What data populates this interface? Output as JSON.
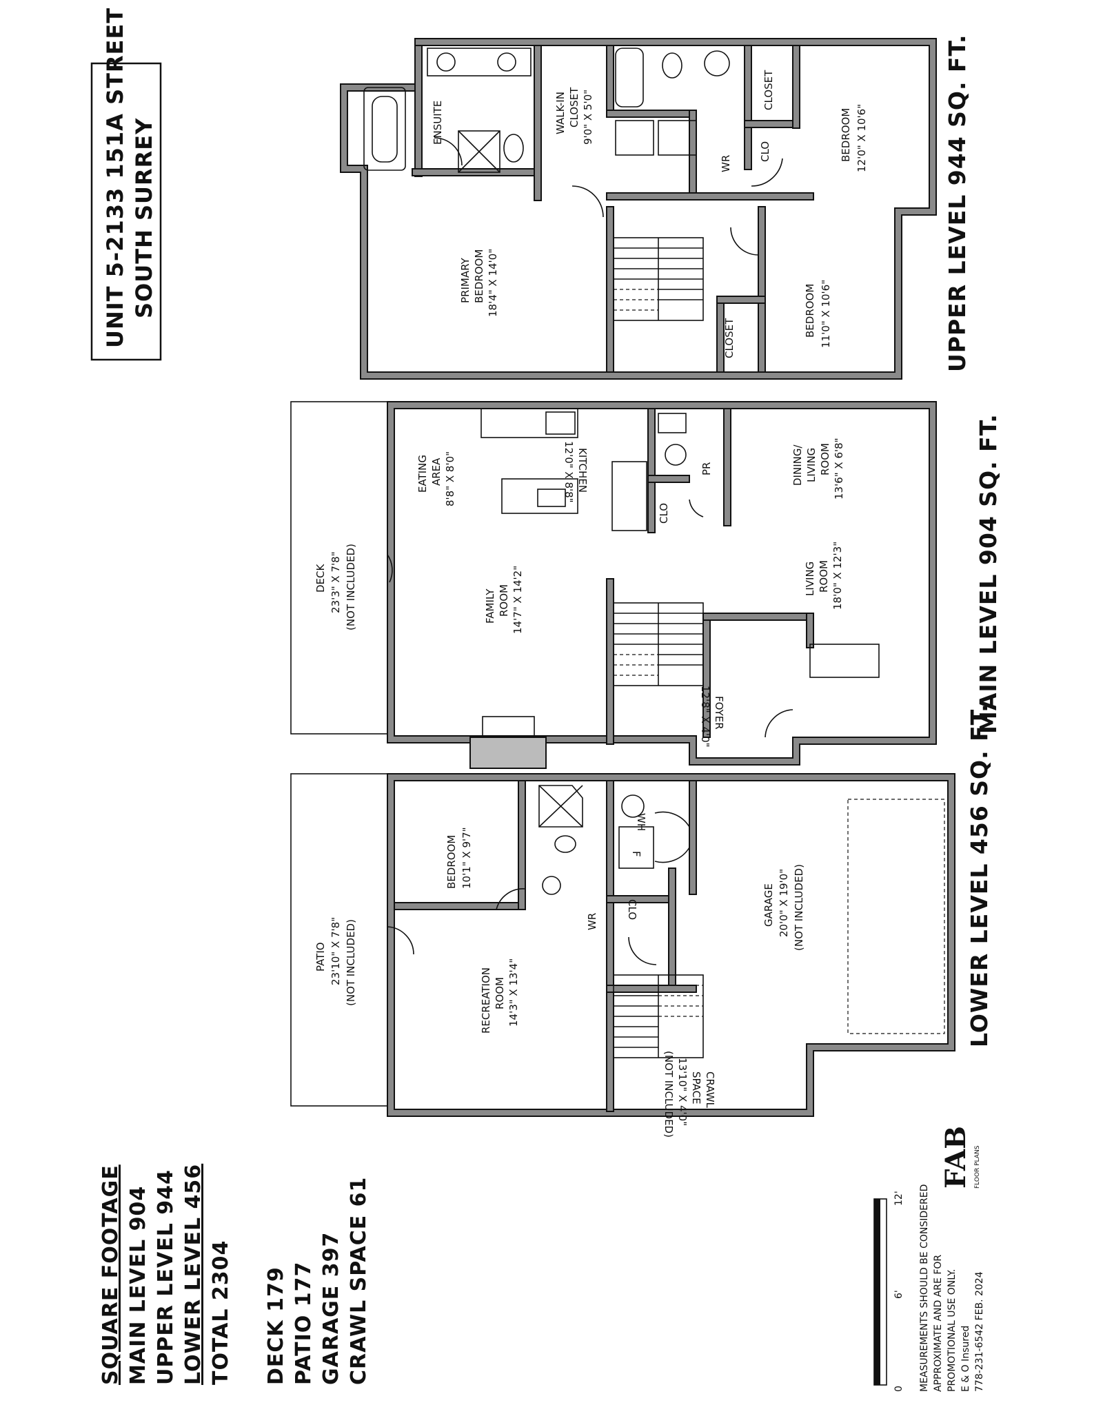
{
  "title": {
    "line1": "UNIT 5-2133 151A STREET",
    "line2": "SOUTH SURREY"
  },
  "upper": {
    "heading": "UPPER LEVEL 944 SQ. FT.",
    "rooms": {
      "ensuite": "ENSUITE",
      "walkin_a": "WALK-IN",
      "walkin_b": "CLOSET",
      "walkin_dim": "9'0\" X 5'0\"",
      "closet1": "CLOSET",
      "clo": "CLO",
      "wr": "WR",
      "bed1_a": "BEDROOM",
      "bed1_dim": "12'0\" X 10'6\"",
      "prim_a": "PRIMARY",
      "prim_b": "BEDROOM",
      "prim_dim": "18'4\" X 14'0\"",
      "closet2": "CLOSET",
      "bed2_a": "BEDROOM",
      "bed2_dim": "11'0\" X 10'6\""
    }
  },
  "main": {
    "heading": "MAIN LEVEL 904 SQ. FT.",
    "rooms": {
      "deck_a": "DECK",
      "deck_dim": "23'3\" X 7'8\"",
      "deck_note": "(NOT INCLUDED)",
      "eat_a": "EATING",
      "eat_b": "AREA",
      "eat_dim": "8'8\" X 8'0\"",
      "kit_a": "KITCHEN",
      "kit_dim": "12'0\" X 8'8\"",
      "clo": "CLO",
      "pr": "PR",
      "din_a": "DINING/",
      "din_b": "LIVING",
      "din_c": "ROOM",
      "din_dim": "13'6\" X 6'8\"",
      "fam_a": "FAMILY",
      "fam_b": "ROOM",
      "fam_dim": "14'7\" X 14'2\"",
      "liv_a": "LIVING",
      "liv_b": "ROOM",
      "liv_dim": "18'0\" X 12'3\"",
      "foy_a": "FOYER",
      "foy_dim": "12'8\" X 4'0\""
    }
  },
  "lower": {
    "heading": "LOWER LEVEL 456 SQ. FT.",
    "rooms": {
      "patio_a": "PATIO",
      "patio_dim": "23'10\" X 7'8\"",
      "patio_note": "(NOT INCLUDED)",
      "bed_a": "BEDROOM",
      "bed_dim": "10'1\" X 9'7\"",
      "wh": "WH",
      "f": "F",
      "clo": "CLO",
      "wr": "WR",
      "gar_a": "GARAGE",
      "gar_dim": "20'0\" X 19'0\"",
      "gar_note": "(NOT INCLUDED)",
      "rec_a": "RECREATION",
      "rec_b": "ROOM",
      "rec_dim": "14'3\" X 13'4\"",
      "crawl_a": "CRAWL",
      "crawl_b": "SPACE",
      "crawl_dim": "13'10\" X 4'0\"",
      "crawl_note": "(NOT INCLUDED)"
    }
  },
  "summary": {
    "heading": "SQUARE FOOTAGE",
    "main": "MAIN LEVEL 904",
    "upper": "UPPER LEVEL 944",
    "lower": "LOWER LEVEL 456",
    "total": "TOTAL 2304",
    "deck": "DECK 179",
    "patio": "PATIO 177",
    "garage": "GARAGE 397",
    "crawl": "CRAWL SPACE 61"
  },
  "disclaimer": {
    "l1": "MEASUREMENTS SHOULD BE CONSIDERED",
    "l2": "APPROXIMATE AND ARE FOR",
    "l3": "PROMOTIONAL USE ONLY.",
    "l4": "E & O Insured",
    "l5": "778-231-6542  FEB. 2024"
  },
  "scale": {
    "t0": "0",
    "t6": "6'",
    "t12": "12'"
  },
  "logo": {
    "mark": "FAB",
    "sub": "FLOOR PLANS"
  }
}
